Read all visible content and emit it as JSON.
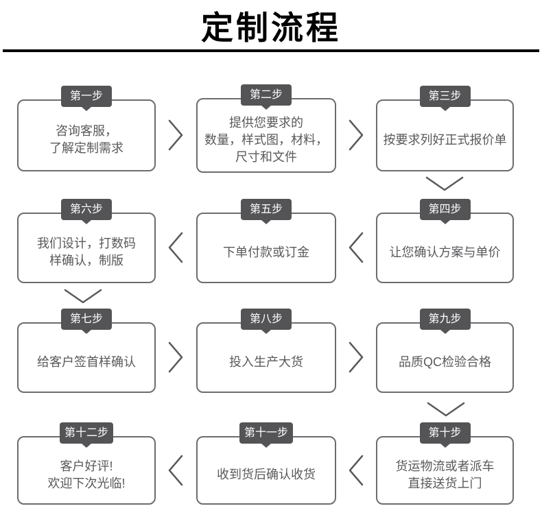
{
  "title": "定制流程",
  "colors": {
    "title_color": "#000000",
    "badge_bg": "#545456",
    "badge_text": "#ffffff",
    "box_border": "#6b6c6e",
    "step_text": "#58595b",
    "arrow_color": "#5a5a5c"
  },
  "steps": [
    {
      "badge": "第一步",
      "text": "咨询客服，\n了解定制需求"
    },
    {
      "badge": "第二步",
      "text": "提供您要求的\n数量，样式图，材料，\n尺寸和文件"
    },
    {
      "badge": "第三步",
      "text": "按要求列好正式报价单"
    },
    {
      "badge": "第四步",
      "text": "让您确认方案与单价"
    },
    {
      "badge": "第五步",
      "text": "下单付款或订金"
    },
    {
      "badge": "第六步",
      "text": "我们设计，打数码\n样确认，制版"
    },
    {
      "badge": "第七步",
      "text": "给客户签首样确认"
    },
    {
      "badge": "第八步",
      "text": "投入生产大货"
    },
    {
      "badge": "第九步",
      "text": "品质QC检验合格"
    },
    {
      "badge": "第十步",
      "text": "货运物流或者派车\n直接送货上门"
    },
    {
      "badge": "第十一步",
      "text": "收到货后确认收货"
    },
    {
      "badge": "第十二步",
      "text": "客户好评!\n欢迎下次光临!"
    }
  ]
}
